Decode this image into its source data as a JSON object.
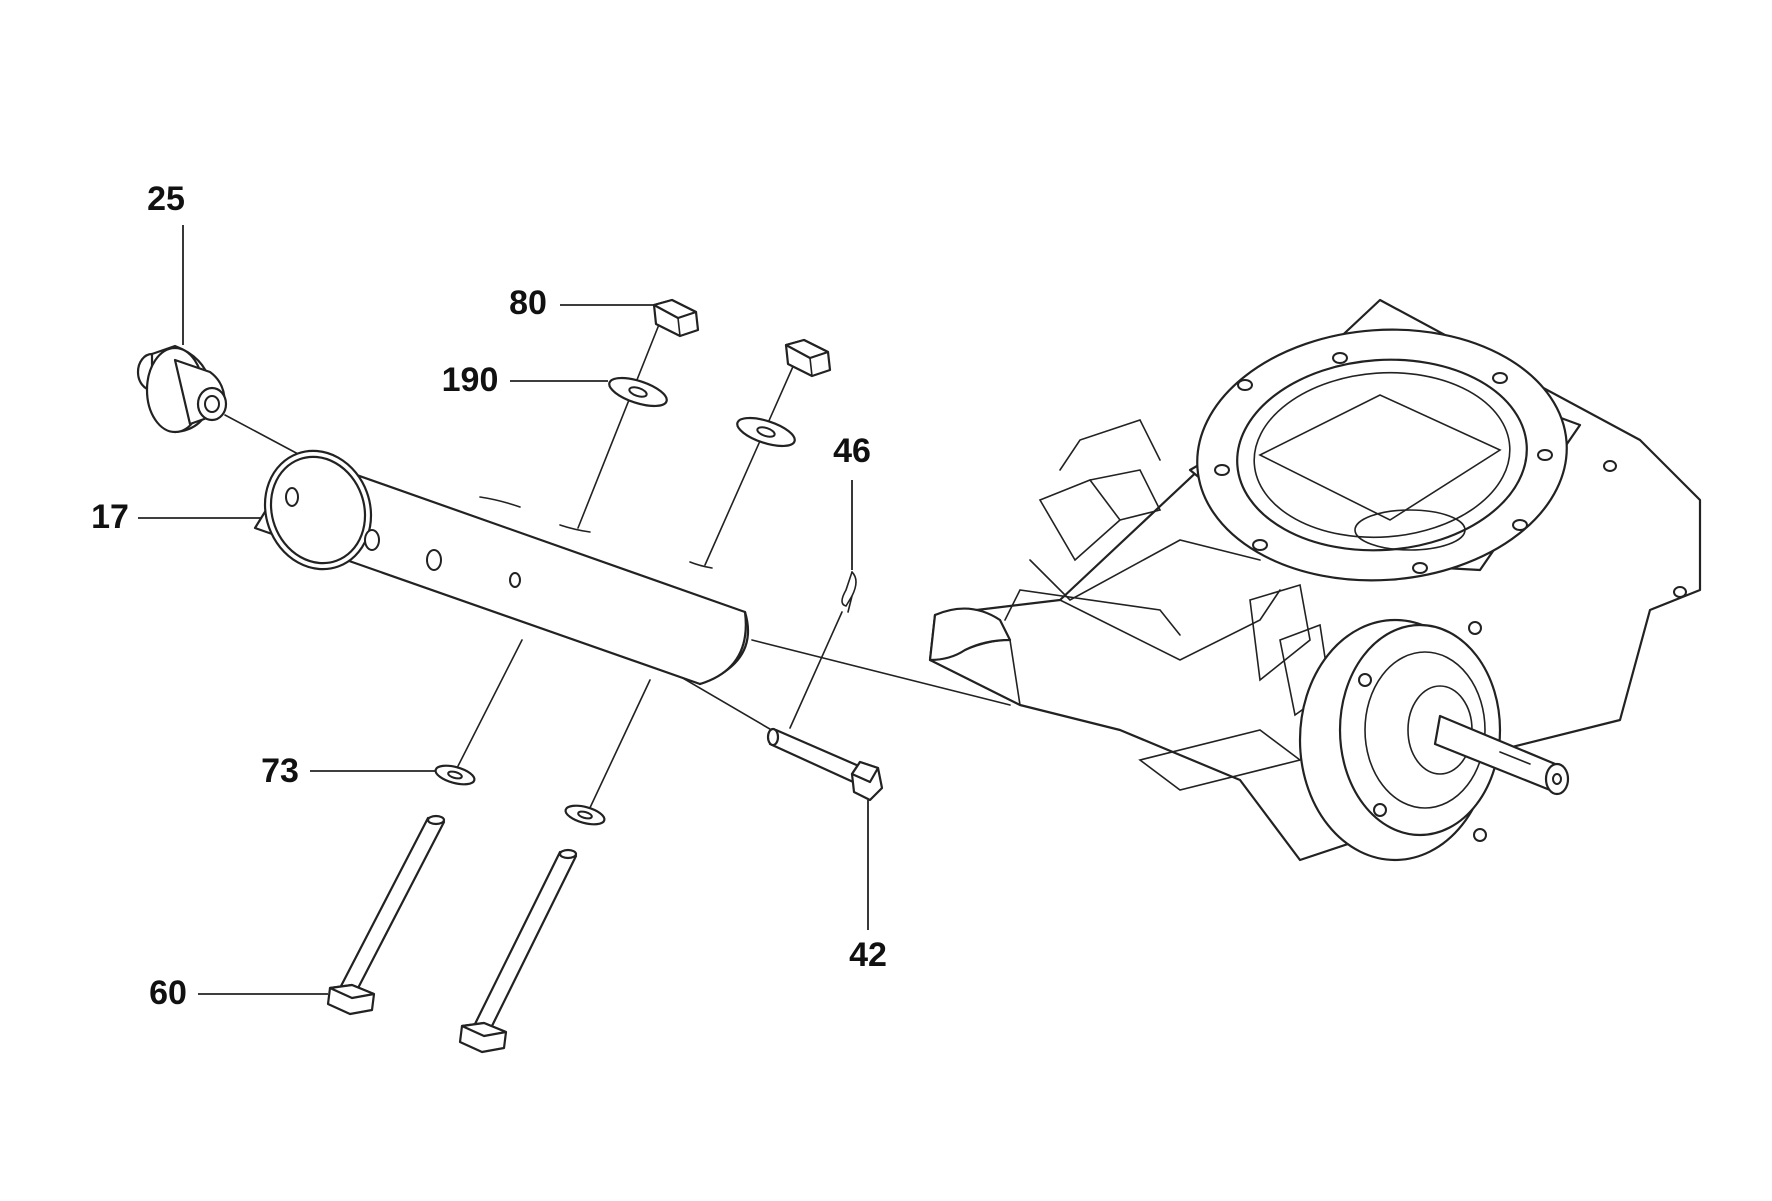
{
  "diagram": {
    "type": "exploded parts diagram",
    "callouts": [
      {
        "id": "c25",
        "label": "25"
      },
      {
        "id": "c80",
        "label": "80"
      },
      {
        "id": "c190",
        "label": "190"
      },
      {
        "id": "c17",
        "label": "17"
      },
      {
        "id": "c46",
        "label": "46"
      },
      {
        "id": "c73",
        "label": "73"
      },
      {
        "id": "c60",
        "label": "60"
      },
      {
        "id": "c42",
        "label": "42"
      }
    ],
    "parts": [
      "plug-cap",
      "nut",
      "washer",
      "tube",
      "hairpin-clip",
      "lock-washer",
      "bolt",
      "pin-bolt",
      "gearbox-housing"
    ]
  }
}
